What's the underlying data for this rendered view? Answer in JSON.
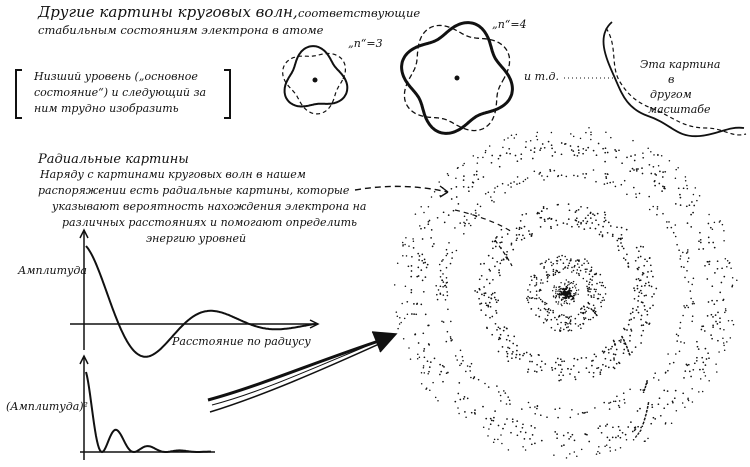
{
  "header": {
    "title_main": "Другие картины круговых волн,",
    "title_rest": "соответствующие",
    "title_line2": "стабильным состояниям электрона в атоме"
  },
  "note_box": {
    "line1": "Низший уровень („основное",
    "line2": "состояние“) и следующий за",
    "line3": "ним трудно изобразить"
  },
  "wave_states": {
    "n3_label": "„n“=3",
    "n4_label": "„n“=4",
    "etc_label": "и т.д.",
    "scale_note": [
      "Эта картина",
      "в",
      "другом",
      "масштабе"
    ]
  },
  "radial": {
    "heading": "Радиальные картины",
    "text": [
      "Наряду с картинами круговых волн в нашем",
      "распоряжении есть радиальные картины, которые",
      "указывают вероятность нахождения электрона на",
      "различных расстояниях и помогают определить",
      "энергию уровней"
    ]
  },
  "graphs": {
    "amplitude_label": "Амплитуда",
    "x_label": "Расстояние по радиусу",
    "amplitude_sq_label": "(Амплитуда)²"
  }
}
